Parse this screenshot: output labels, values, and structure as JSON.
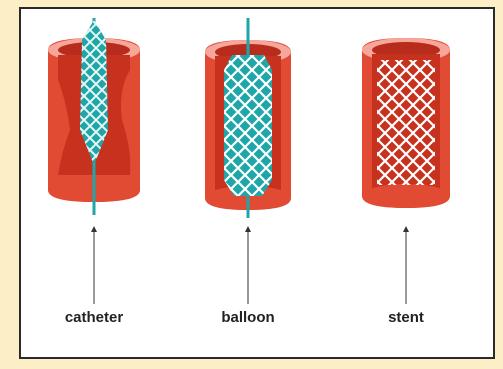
{
  "labels": {
    "catheter": "catheter",
    "balloon": "balloon",
    "stent": "stent"
  },
  "colors": {
    "background": "#fcefc8",
    "vessel_outer": "#e24b33",
    "vessel_inner": "#c7321f",
    "vessel_rim": "#f7a69a",
    "device": "#1fa6a8",
    "mesh": "#ffffff"
  }
}
